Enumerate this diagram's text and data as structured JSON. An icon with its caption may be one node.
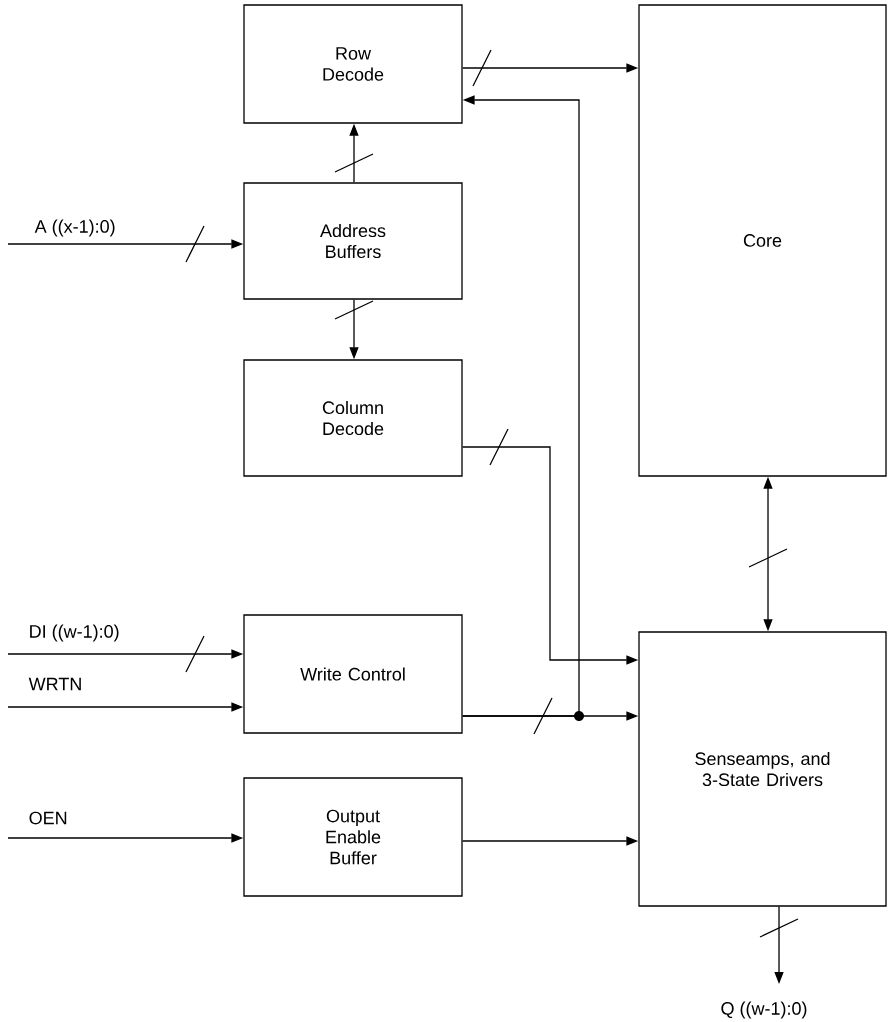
{
  "diagram": {
    "nodes": [
      {
        "text": [
          "Row Decode"
        ]
      },
      {
        "text": [
          "Address Buffers"
        ]
      },
      {
        "text": [
          "Column Decode"
        ]
      },
      {
        "text": [
          "Core"
        ]
      },
      {
        "text": [
          "Write Control"
        ]
      },
      {
        "text": [
          "Output Enable Buffer"
        ]
      },
      {
        "text": [
          "Senseamps, and 3-State Drivers"
        ]
      }
    ],
    "edges": [
      {
        "from": 0,
        "to": 3,
        "arrow": "to"
      },
      {
        "from": 1,
        "to": 0,
        "arrow": "to"
      },
      {
        "from": 1,
        "to": 2,
        "arrow": "to"
      },
      {
        "from": 2,
        "to": 6,
        "arrow": "to"
      },
      {
        "from": 4,
        "to": 6,
        "arrow": "to"
      },
      {
        "from": 4,
        "to": 0,
        "arrow": "to"
      },
      {
        "from": 5,
        "to": 6,
        "arrow": "to"
      },
      {
        "from": 3,
        "to": 6,
        "arrow": "both"
      },
      {
        "from": null,
        "to": 1,
        "arrow": "to",
        "label": "A ((x-1):0)"
      },
      {
        "from": null,
        "to": 4,
        "arrow": "to",
        "label": "DI ((w-1):0)"
      },
      {
        "from": null,
        "to": 4,
        "arrow": "to",
        "label": "WRTN"
      },
      {
        "from": null,
        "to": 5,
        "arrow": "to",
        "label": "OEN"
      },
      {
        "from": 6,
        "to": null,
        "arrow": "to",
        "label": "Q ((w-1):0)"
      }
    ]
  }
}
